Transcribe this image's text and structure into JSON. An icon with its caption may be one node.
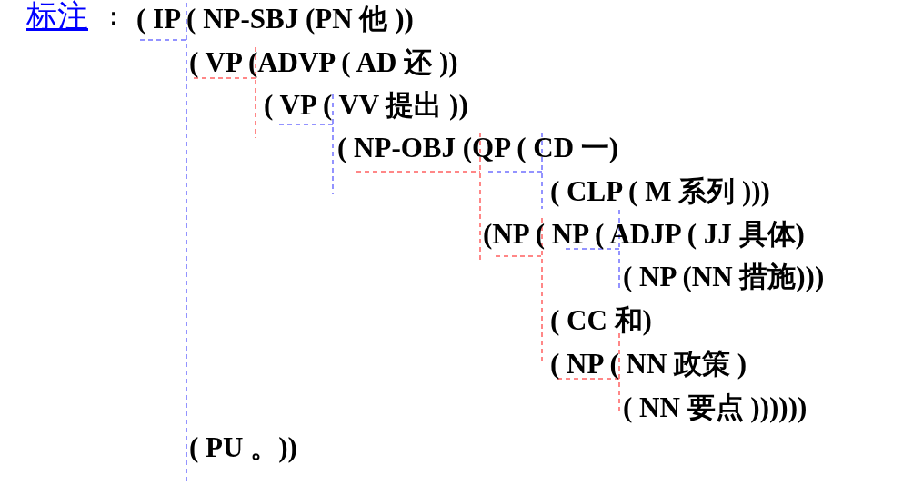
{
  "diagram": {
    "labels": [
      "标注",
      "：",
      "( IP ( NP-SBJ (PN 他 ))",
      "( VP (ADVP ( AD 还 ))",
      "( VP ( VV 提出 ))",
      "( NP-OBJ (QP ( CD 一)",
      "( CLP ( M 系列 )))",
      "(NP ( NP ( ADJP ( JJ 具体)",
      "( NP (NN 措施)))",
      "( CC 和)",
      "( NP ( NN 政策 )",
      "( NN 要点 ))))))",
      "( PU 。))"
    ]
  }
}
